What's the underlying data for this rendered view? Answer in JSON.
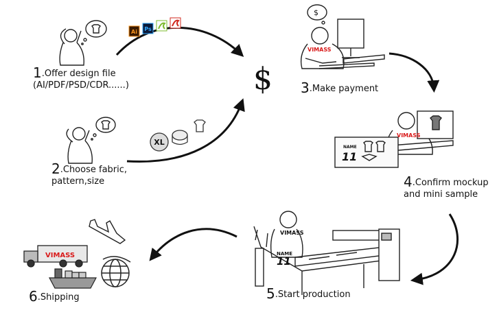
{
  "steps": [
    {
      "number": "1",
      "label": ".Offer design file",
      "sub": "(AI/PDF/PSD/CDR......)"
    },
    {
      "number": "2",
      "label": ".Choose fabric,",
      "sub": "pattern,size"
    },
    {
      "number": "3",
      "label": ".Make payment"
    },
    {
      "number": "4",
      "label": ".Confirm mockup",
      "sub": "and mini sample"
    },
    {
      "number": "5",
      "label": ".Start production"
    },
    {
      "number": "6",
      "label": ".Shipping"
    }
  ],
  "file_icons": [
    {
      "text": "Ai",
      "color": "#f7931e",
      "bg": "#3a1a00",
      "icon": "illustrator-icon"
    },
    {
      "text": "Ps",
      "color": "#31a8ff",
      "bg": "#0a1a3a",
      "icon": "photoshop-icon"
    },
    {
      "text": "",
      "color": "#7dbb2f",
      "bg": "#ffffff",
      "icon": "coreldraw-icon"
    },
    {
      "text": "",
      "color": "#d0271d",
      "bg": "#ffffff",
      "icon": "pdf-icon"
    }
  ],
  "currency_symbol": "$",
  "brand": "VIMASS",
  "jersey": {
    "name": "NAME",
    "number": "11"
  },
  "size_badge": "XL",
  "accent_color": "#d91a1a"
}
